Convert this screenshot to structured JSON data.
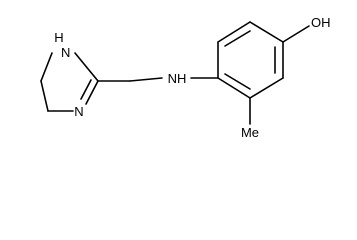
{
  "molecule": {
    "atoms": {
      "ring_nh": {
        "label": "N",
        "h": "H"
      },
      "ring_n": {
        "label": "N"
      },
      "amine": {
        "label": "NH"
      },
      "hydroxyl": {
        "label": "OH"
      },
      "methyl": {
        "label": "Me"
      }
    }
  }
}
